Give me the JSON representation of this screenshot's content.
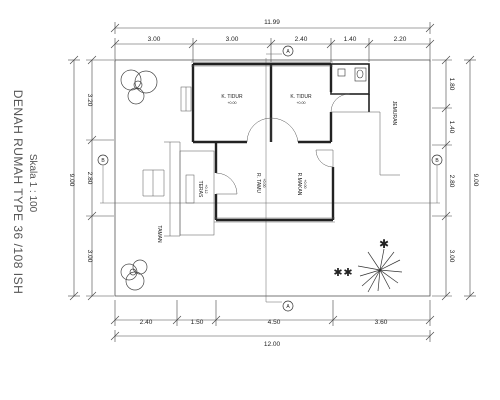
{
  "title": {
    "main": "DENAH RUMAH TYPE 36 /108 ISH",
    "scale": "Skala 1 : 100"
  },
  "dimensions": {
    "top_total": "11.99",
    "top_segments": [
      "3.00",
      "3.00",
      "2.40",
      "1.40",
      "2.20"
    ],
    "bottom_total": "12.00",
    "bottom_segments": [
      "2.40",
      "1.50",
      "4.50",
      "3.60"
    ],
    "left_total": "9.00",
    "left_segments": [
      "3.20",
      "2.80",
      "3.00"
    ],
    "right_total": "9.00",
    "right_segments": [
      "1.80",
      "1.40",
      "2.80",
      "3.00"
    ]
  },
  "section_marks": {
    "a_top": "A",
    "a_bottom": "A",
    "b_left": "B",
    "b_right": "B"
  },
  "rooms": {
    "bed1": {
      "name": "K. TIDUR",
      "level": "+0.00"
    },
    "bed2": {
      "name": "K. TIDUR",
      "level": "+0.00"
    },
    "living": {
      "name": "R. TAMU",
      "level": "+0.00"
    },
    "dining": {
      "name": "R.MAKAN",
      "level": "+0.00"
    },
    "terrace": {
      "name": "TERAS",
      "level": "+0.12"
    }
  },
  "labels": {
    "jemuran": "JEMURAN",
    "taman": "TAMAN"
  }
}
